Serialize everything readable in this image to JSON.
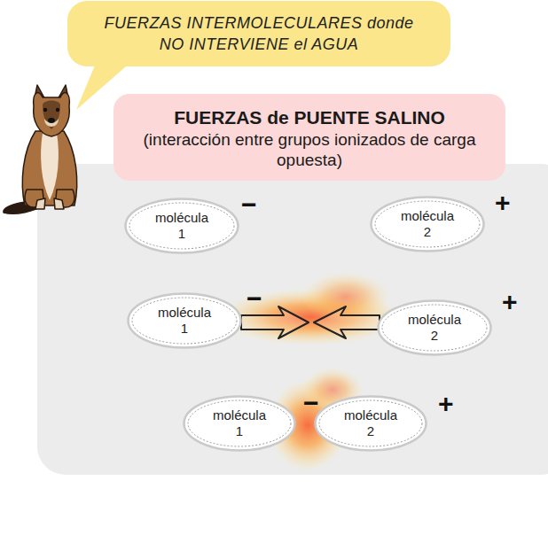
{
  "diagram": {
    "nodes": [
      {
        "text": [
          "FUERZAS INTERMOLECULARES donde NO INTERVIENE el AGUA"
        ]
      },
      {
        "text": [
          "FUERZAS de PUENTE SALINO",
          "(interacción entre grupos ionizados de carga opuesta)"
        ]
      },
      {
        "text": [
          "molécula 1"
        ]
      },
      {
        "text": [
          "molécula 2"
        ]
      },
      {
        "text": [
          "molécula 1"
        ]
      },
      {
        "text": [
          "molécula 2"
        ]
      },
      {
        "text": [
          "molécula 1"
        ]
      },
      {
        "text": [
          "molécula 2"
        ]
      }
    ],
    "labels": [
      "−",
      "+",
      "−",
      "+",
      "−",
      "+"
    ]
  }
}
